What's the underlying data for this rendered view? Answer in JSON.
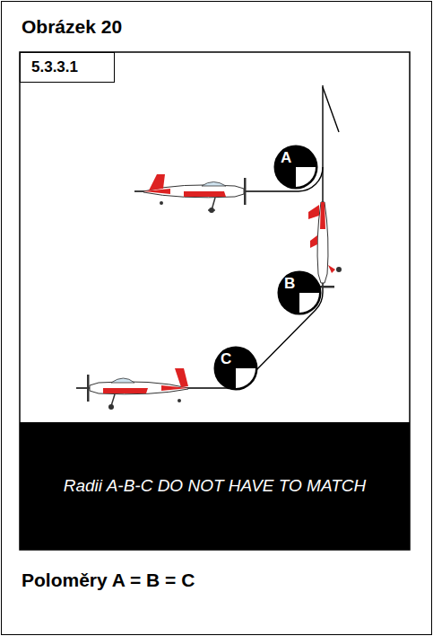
{
  "diagram": {
    "title": "Obrázek 20",
    "caption": "Poloměry A = B = C",
    "nodes": [
      {
        "text": [
          "5.3.3.1"
        ]
      },
      {
        "text": [
          "A"
        ]
      },
      {
        "text": [
          "B"
        ]
      },
      {
        "text": [
          "C"
        ]
      },
      {
        "text": [
          "Radii A-B-C DO NOT HAVE TO MATCH"
        ]
      }
    ]
  }
}
